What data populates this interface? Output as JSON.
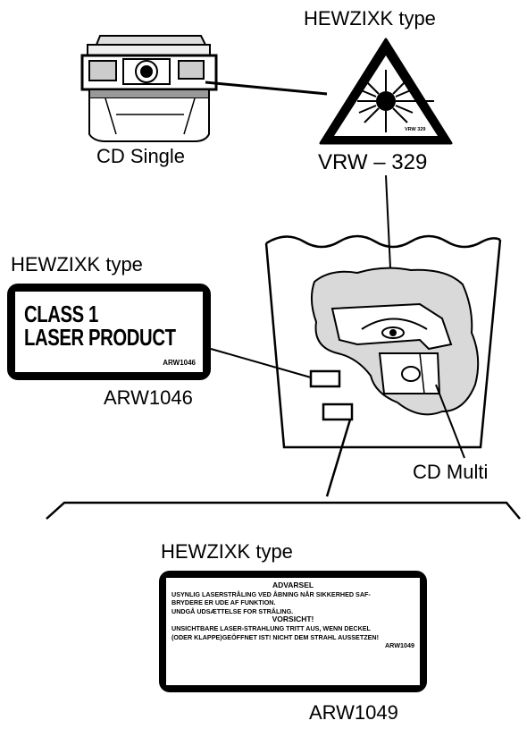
{
  "laser_warning": {
    "model_label": "HEWZIXK type",
    "code": "VRW-329",
    "code_display": "VRW – 329",
    "symbol_small_text": "VRW 329"
  },
  "cd_single": {
    "label": "CD Single"
  },
  "cd_multi": {
    "label": "CD Multi"
  },
  "class_label": {
    "model_label": "HEWZIXK type",
    "line1": "CLASS 1",
    "line2": "LASER PRODUCT",
    "small_code": "ARW1046",
    "code": "ARW1046"
  },
  "advarsel_label": {
    "model_label": "HEWZIXK type",
    "heading1": "ADVARSEL",
    "text1a": "USYNLIG LASERSTRÅLING VED ÅBNING NÅR SIKKERHED SAF-",
    "text1b": "BRYDERE ER UDE AF FUNKTION.",
    "text1c": "UNDGÅ UDSÆTTELSE FOR STRÅLING.",
    "heading2": "VORSICHT!",
    "text2a": "UNSICHTBARE LASER-STRAHLUNG TRITT AUS, WENN DECKEL",
    "text2b": "(ODER KLAPPE)GEÖFFNET IST! NICHT DEM STRAHL AUSSETZEN!",
    "small_code": "ARW1049",
    "code": "ARW1049"
  }
}
